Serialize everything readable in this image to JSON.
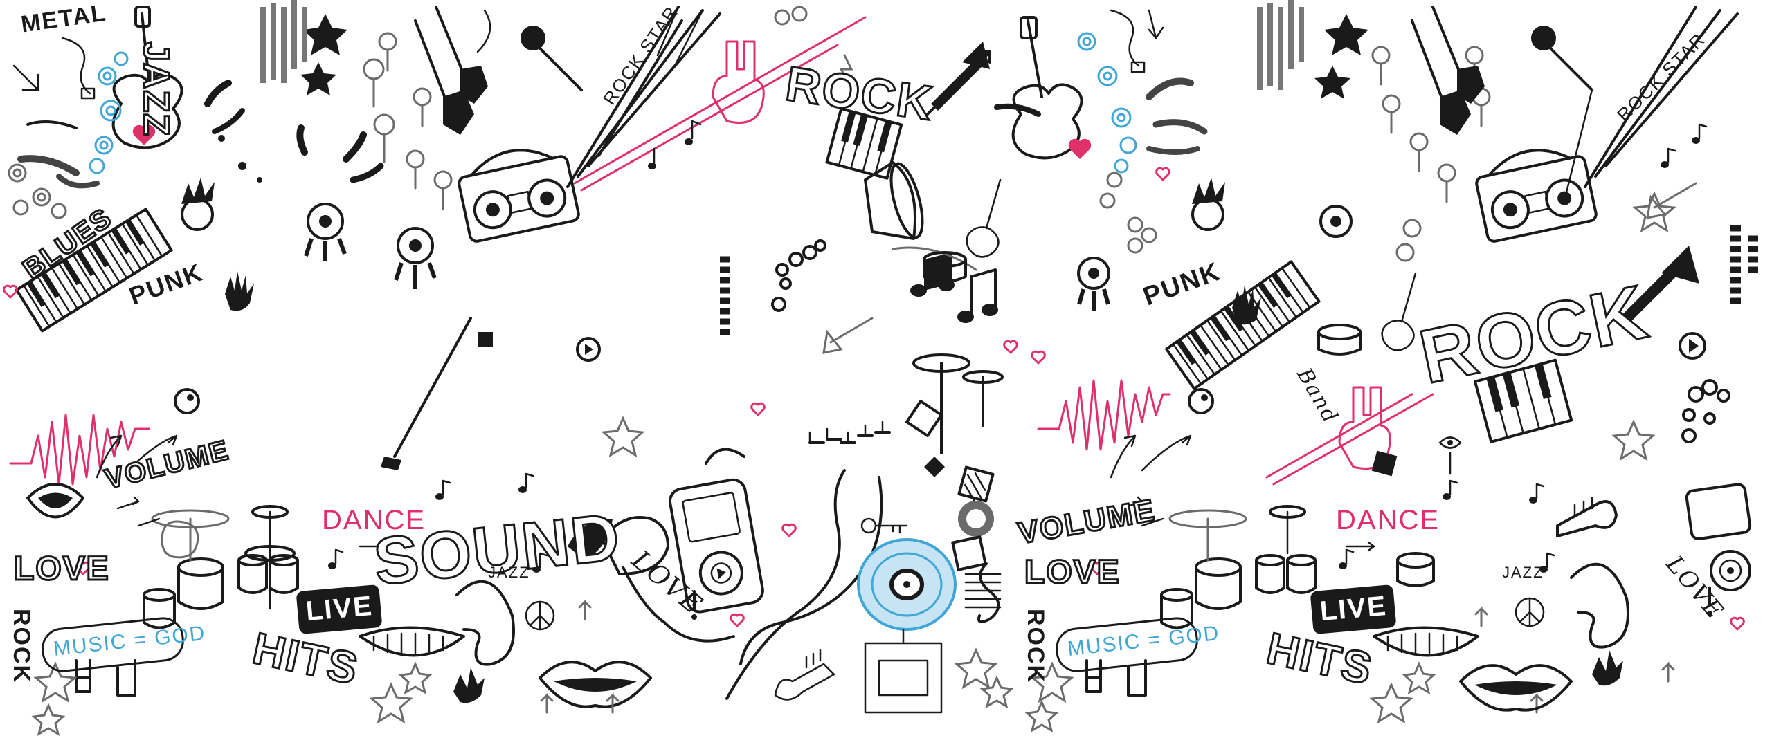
{
  "labels": {
    "metal": "METAL",
    "jazz": "JAZZ",
    "blues": "BLUES",
    "punk": "PUNK",
    "volume": "VOLUME",
    "love": "LOVE",
    "rock_vertical": "ROCK",
    "music_god": "MUSIC = GOD",
    "hits": "HITS",
    "live": "LIVE",
    "dance": "DANCE",
    "sound": "SOUND",
    "jazz_small": "JAZZ",
    "love_script": "LOVE",
    "rock_star": "ROCK STAR",
    "rock": "ROCK",
    "punk_right": "PUNK",
    "band": "Band",
    "rock_big": "ROCK",
    "volume_right": "VOLUME",
    "love_right": "LOVE",
    "dance_right": "DANCE",
    "rock_vertical_right": "ROCK",
    "music_god_right": "MUSIC = GOD",
    "live_right": "LIVE",
    "hits_right": "HITS",
    "jazz_small_right": "JAZZ",
    "love_script_right": "LOVE",
    "rock_star_right": "ROCK STAR"
  },
  "colors": {
    "ink": "#1a1a1a",
    "accent_pink": "#e0306a",
    "accent_blue": "#3fa6d6",
    "shade_grey": "#6b6b6b"
  },
  "icons": [
    "electric-guitar-icon",
    "microphone-icon",
    "boombox-icon",
    "headphones-icon",
    "piano-keyboard-icon",
    "drum-kit-icon",
    "vinyl-record-icon",
    "mp3-player-icon",
    "saxophone-icon",
    "trumpet-icon",
    "treble-clef-icon",
    "music-note-icon",
    "rock-hand-icon",
    "star-icon",
    "peace-sign-icon",
    "lips-icon",
    "speaker-icon",
    "arrow-icon",
    "heart-icon",
    "acoustic-guitar-icon",
    "ear-icon"
  ]
}
